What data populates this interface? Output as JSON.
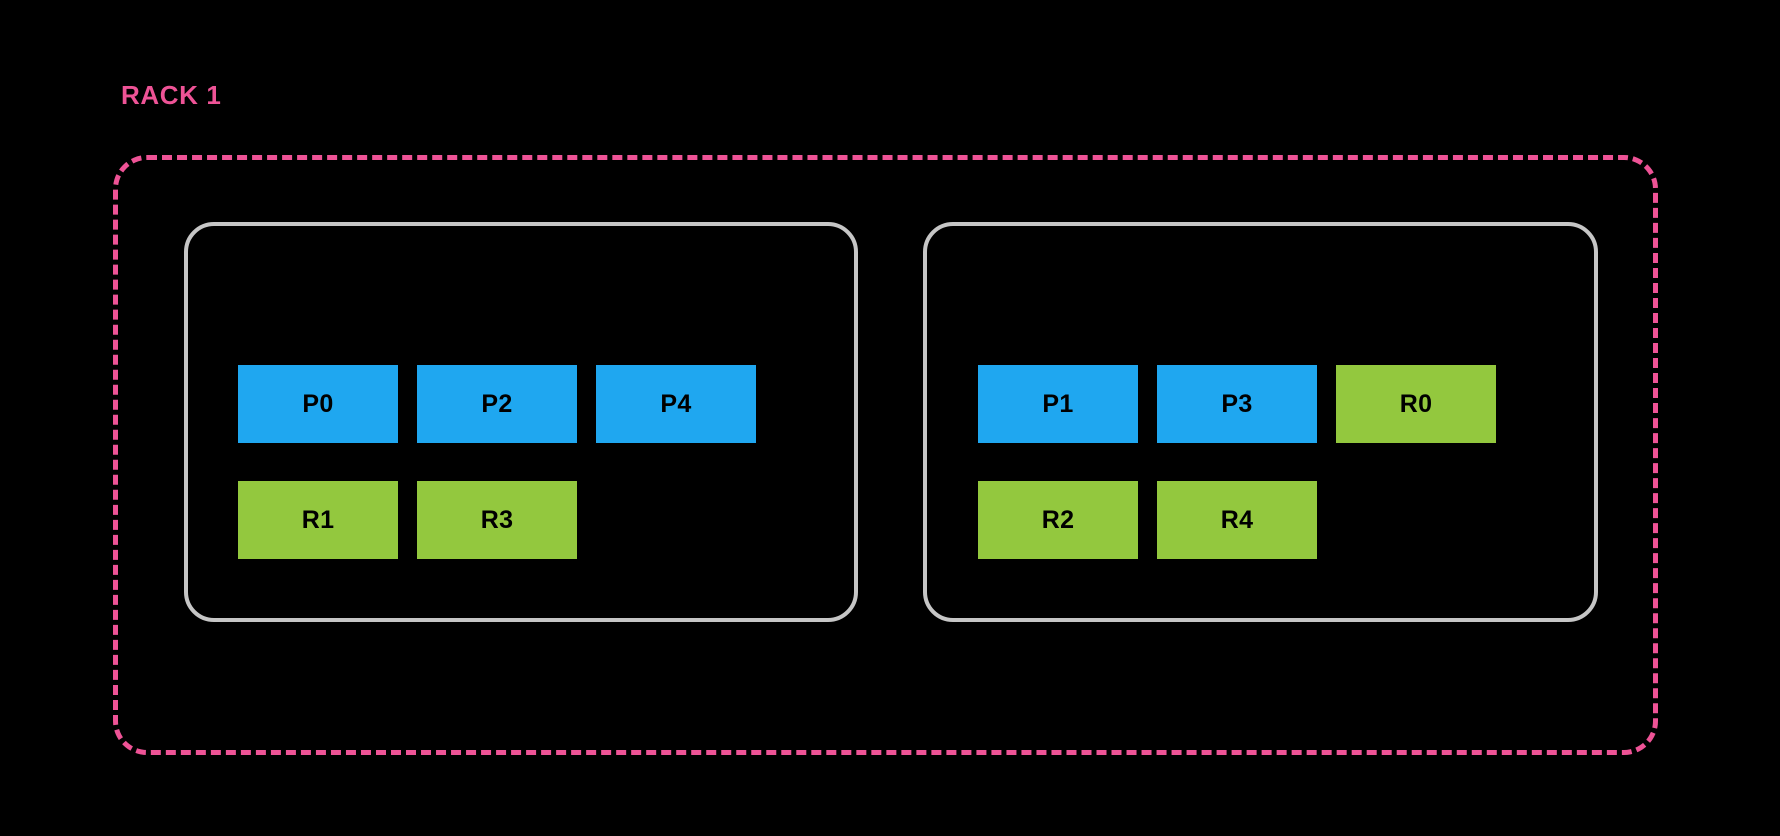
{
  "diagram": {
    "title": "RACK 1",
    "colors": {
      "background": "#000000",
      "rack_border": "#ee5396",
      "rack_label": "#ee5396",
      "node_border": "#c6c6c6",
      "primary_shard": "#1fa7f0",
      "replica_shard": "#93c83e",
      "shard_label": "#000000"
    },
    "rack": {
      "label": "RACK 1",
      "nodes": [
        {
          "name": "node-0",
          "rows": [
            {
              "name": "primary-row",
              "shards": [
                {
                  "label": "P0",
                  "type": "primary"
                },
                {
                  "label": "P2",
                  "type": "primary"
                },
                {
                  "label": "P4",
                  "type": "primary"
                }
              ]
            },
            {
              "name": "replica-row",
              "shards": [
                {
                  "label": "R1",
                  "type": "replica"
                },
                {
                  "label": "R3",
                  "type": "replica"
                }
              ]
            }
          ]
        },
        {
          "name": "node-1",
          "rows": [
            {
              "name": "primary-row",
              "shards": [
                {
                  "label": "P1",
                  "type": "primary"
                },
                {
                  "label": "P3",
                  "type": "primary"
                },
                {
                  "label": "R0",
                  "type": "replica"
                }
              ]
            },
            {
              "name": "replica-row",
              "shards": [
                {
                  "label": "R2",
                  "type": "replica"
                },
                {
                  "label": "R4",
                  "type": "replica"
                }
              ]
            }
          ]
        }
      ]
    }
  }
}
